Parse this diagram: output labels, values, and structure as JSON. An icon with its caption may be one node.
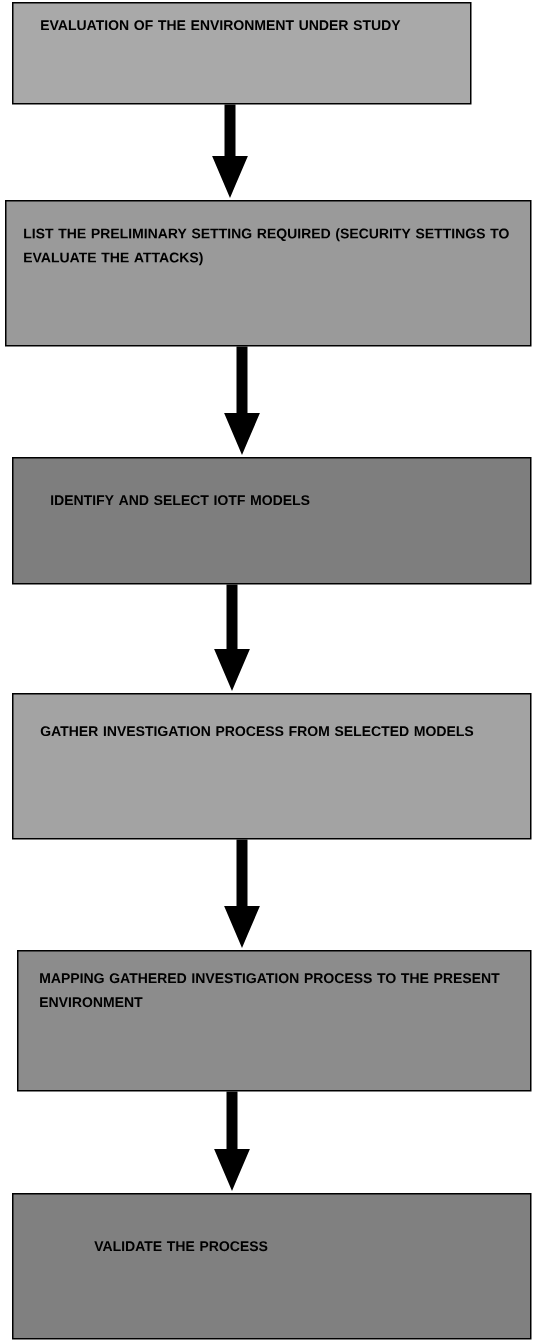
{
  "diagram": {
    "nodes": [
      {
        "text": [
          "EVALUATION OF THE ENVIRONMENT UNDER STUDY"
        ]
      },
      {
        "text": [
          "LIST THE PRELIMINARY SETTING REQUIRED (SECURITY SETTINGS TO EVALUATE THE ATTACKS)"
        ]
      },
      {
        "text": [
          "IDENTIFY AND SELECT IOTF MODELS"
        ]
      },
      {
        "text": [
          "GATHER INVESTIGATION PROCESS FROM SELECTED MODELS"
        ]
      },
      {
        "text": [
          "MAPPING GATHERED INVESTIGATION PROCESS TO THE PRESENT ENVIRONMENT"
        ]
      },
      {
        "text": [
          "VALIDATE THE PROCESS"
        ]
      }
    ],
    "edges": [
      {
        "from": 0,
        "to": 1,
        "arrow": "to"
      },
      {
        "from": 1,
        "to": 2,
        "arrow": "to"
      },
      {
        "from": 2,
        "to": 3,
        "arrow": "to"
      },
      {
        "from": 3,
        "to": 4,
        "arrow": "to"
      },
      {
        "from": 4,
        "to": 5,
        "arrow": "to"
      }
    ]
  }
}
